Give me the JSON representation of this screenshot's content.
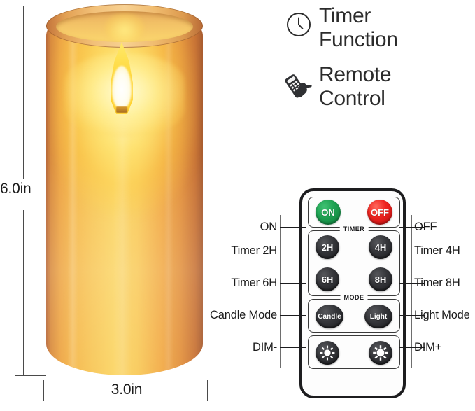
{
  "product": {
    "type": "flameless-led-candle",
    "glass_color": "#f5b84c",
    "flame_color": "#ffd83c",
    "dimensions": {
      "height_label": "6.0in",
      "width_label": "3.0in"
    }
  },
  "features": [
    {
      "icon": "clock-icon",
      "line1": "Timer",
      "line2": "Function"
    },
    {
      "icon": "remote-hand-icon",
      "line1": "Remote",
      "line2": "Control"
    }
  ],
  "remote": {
    "groups": {
      "timer_caption": "TIMER",
      "mode_caption": "MODE"
    },
    "buttons": [
      {
        "key": "on",
        "face": "ON",
        "color": "#1fa353",
        "callout": "ON",
        "side": "left"
      },
      {
        "key": "off",
        "face": "OFF",
        "color": "#ef2420",
        "callout": "OFF",
        "side": "right"
      },
      {
        "key": "t2h",
        "face": "2H",
        "color": "#35363a",
        "callout": "Timer 2H",
        "side": "left"
      },
      {
        "key": "t4h",
        "face": "4H",
        "color": "#35363a",
        "callout": "Timer 4H",
        "side": "right"
      },
      {
        "key": "t6h",
        "face": "6H",
        "color": "#35363a",
        "callout": "Timer 6H",
        "side": "left"
      },
      {
        "key": "t8h",
        "face": "8H",
        "color": "#35363a",
        "callout": "Timer 8H",
        "side": "right"
      },
      {
        "key": "candle",
        "face": "Candle",
        "color": "#35363a",
        "callout": "Candle Mode",
        "side": "left"
      },
      {
        "key": "light",
        "face": "Light",
        "color": "#35363a",
        "callout": "Light Mode",
        "side": "right"
      },
      {
        "key": "dim_down",
        "face": "sun-small-icon",
        "color": "#35363a",
        "callout": "DIM-",
        "side": "left"
      },
      {
        "key": "dim_up",
        "face": "sun-large-icon",
        "color": "#35363a",
        "callout": "DIM+",
        "side": "right"
      }
    ]
  }
}
